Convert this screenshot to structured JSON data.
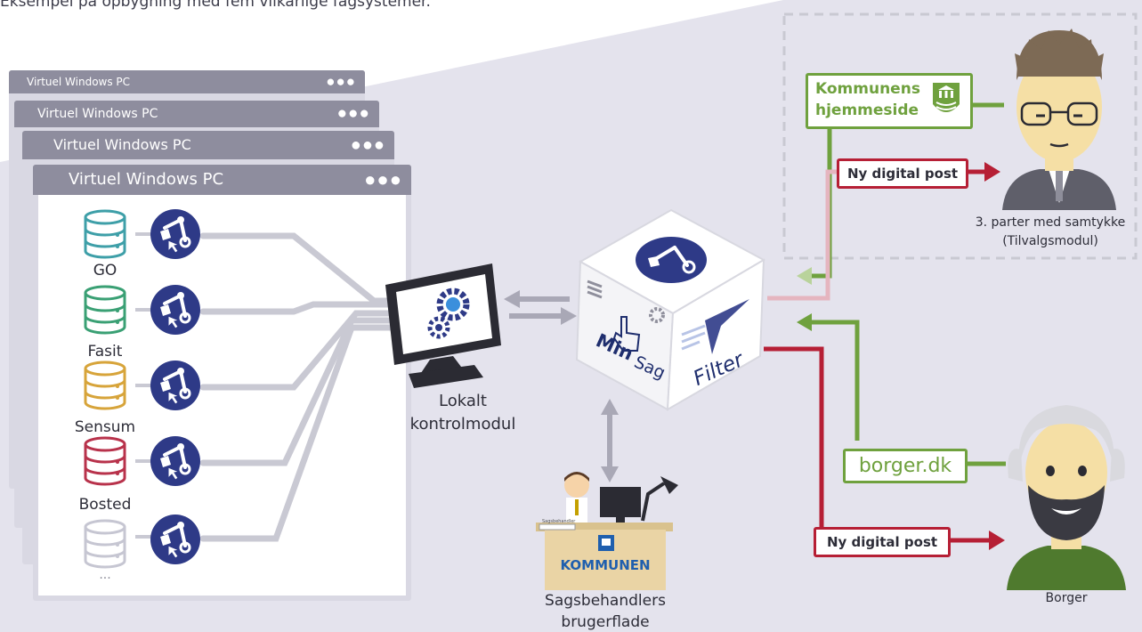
{
  "caption": "Eksempel på opbygning med fem vilkårlige fagsystemer.",
  "windows": [
    {
      "title": "Virtuel Windows PC"
    },
    {
      "title": "Virtuel Windows PC"
    },
    {
      "title": "Virtuel Windows PC"
    },
    {
      "title": "Virtuel Windows PC"
    }
  ],
  "window_dots": "●●●",
  "systems": [
    {
      "name": "GO",
      "color": "#3e9fa8"
    },
    {
      "name": "Fasit",
      "color": "#3aa074"
    },
    {
      "name": "Sensum",
      "color": "#d7a43a"
    },
    {
      "name": "Bosted",
      "color": "#b8324b"
    },
    {
      "name": "...",
      "color": "#c6c6d2"
    }
  ],
  "local_module": {
    "line1": "Lokalt",
    "line2": "kontrolmodul"
  },
  "cube": {
    "min": "Min",
    "sag": "Sag",
    "filter": "Filter"
  },
  "caseworker": {
    "line1": "Sagsbehandlers",
    "line2": "brugerflade",
    "desk_label": "KOMMUNEN",
    "sign": "Sagsbehandler"
  },
  "kommune_site": {
    "line1": "Kommunens",
    "line2": "hjemmeside"
  },
  "post_top": "Ny digital post",
  "post_bottom": "Ny digital post",
  "borger_dk": "borger.dk",
  "third_party": {
    "line1": "3. parter med samtykke",
    "line2": "(Tilvalgsmodul)"
  },
  "citizen": "Borger",
  "colors": {
    "green": "#6fa13e",
    "red": "#b61f35",
    "navy": "#1f2e6e",
    "robot_blue": "#2e3a87",
    "window_gray": "#8e8d9e",
    "connector_gray": "#c8c8d2"
  }
}
